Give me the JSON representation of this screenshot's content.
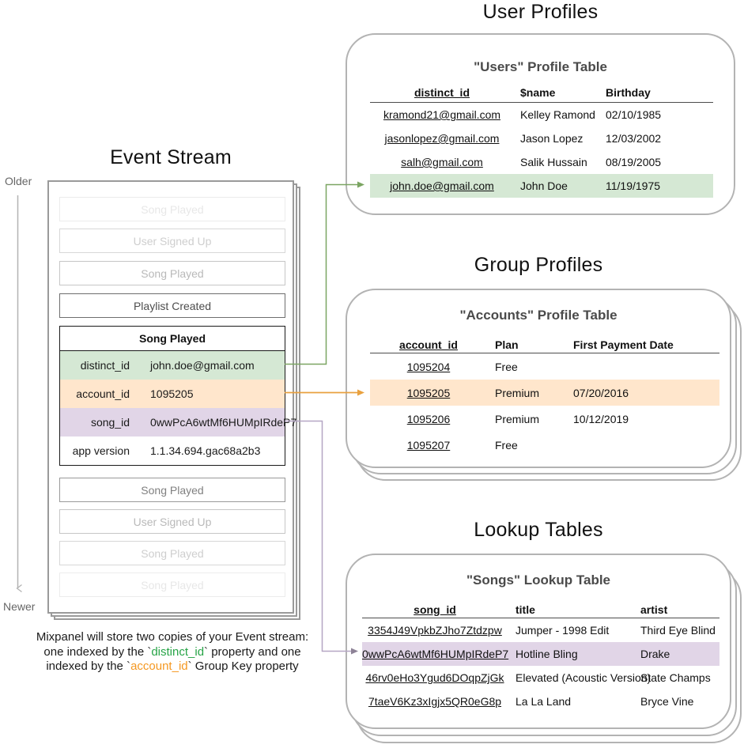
{
  "timeline": {
    "older": "Older",
    "newer": "Newer"
  },
  "event_stream": {
    "section_title": "Event Stream",
    "events_before": [
      {
        "label": "Song Played"
      },
      {
        "label": "User Signed Up"
      },
      {
        "label": "Song Played"
      },
      {
        "label": "Playlist Created"
      }
    ],
    "expanded_event": {
      "title": "Song Played",
      "properties": [
        {
          "key": "distinct_id",
          "value": "john.doe@gmail.com",
          "highlight": "green"
        },
        {
          "key": "account_id",
          "value": "1095205",
          "highlight": "orange"
        },
        {
          "key": "song_id",
          "value": "0wwPcA6wtMf6HUMpIRdeP7",
          "highlight": "purple"
        },
        {
          "key": "app version",
          "value": "1.1.34.694.gac68a2b3",
          "highlight": "none"
        }
      ]
    },
    "events_after": [
      {
        "label": "Song Played"
      },
      {
        "label": "User Signed Up"
      },
      {
        "label": "Song Played"
      },
      {
        "label": "Song Played"
      }
    ]
  },
  "user_profiles": {
    "section_title": "User Profiles",
    "table": {
      "title": "\"Users\" Profile Table",
      "headers": [
        "distinct_id",
        "$name",
        "Birthday"
      ],
      "rows": [
        [
          "kramond21@gmail.com",
          "Kelley Ramond",
          "02/10/1985"
        ],
        [
          "jasonlopez@gmail.com",
          "Jason Lopez",
          "12/03/2002"
        ],
        [
          "salh@gmail.com",
          "Salik Hussain",
          "08/19/2005"
        ],
        [
          "john.doe@gmail.com",
          "John Doe",
          "11/19/1975"
        ]
      ],
      "highlighted_row_index": 3
    }
  },
  "group_profiles": {
    "section_title": "Group Profiles",
    "table": {
      "title": "\"Accounts\" Profile Table",
      "headers": [
        "account_id",
        "Plan",
        "First Payment Date"
      ],
      "rows": [
        [
          "1095204",
          "Free",
          ""
        ],
        [
          "1095205",
          "Premium",
          "07/20/2016"
        ],
        [
          "1095206",
          "Premium",
          "10/12/2019"
        ],
        [
          "1095207",
          "Free",
          ""
        ]
      ],
      "highlighted_row_index": 1
    }
  },
  "lookup_tables": {
    "section_title": "Lookup Tables",
    "table": {
      "title": "\"Songs\" Lookup Table",
      "headers": [
        "song_id",
        "title",
        "artist"
      ],
      "rows": [
        [
          "3354J49VpkbZJho7Ztdzpw",
          "Jumper - 1998 Edit",
          "Third Eye Blind"
        ],
        [
          "0wwPcA6wtMf6HUMpIRdeP7",
          "Hotline Bling",
          "Drake"
        ],
        [
          "46rv0eHo3Ygud6DOqpZjGk",
          "Elevated (Acoustic Version)",
          "State Champs"
        ],
        [
          "7taeV6Kz3xIgjx5QR0eG8p",
          "La La Land",
          "Bryce Vine"
        ]
      ],
      "highlighted_row_index": 1
    }
  },
  "footnote": {
    "line1": "Mixpanel will store two copies of your Event stream:",
    "line2_pre": "one indexed by the `",
    "line2_code": "distinct_id",
    "line2_post": "` property and one",
    "line3_pre": "indexed by the `",
    "line3_code": "account_id",
    "line3_post": "` Group Key property"
  },
  "colors": {
    "green_fill": "#d5e8d4",
    "orange_fill": "#ffe6cc",
    "purple_fill": "#e1d5e7",
    "green_arrow": "#7ba562",
    "orange_arrow": "#e9a13f",
    "purple_arrow": "#b5a6c4",
    "code_green": "#27a447",
    "code_orange": "#f59821",
    "card_border": "#b3b3b3"
  }
}
